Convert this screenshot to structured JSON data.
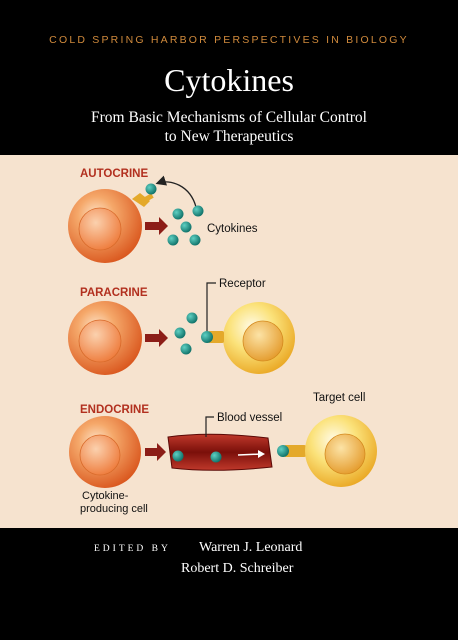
{
  "header": {
    "series": "COLD SPRING HARBOR PERSPECTIVES IN BIOLOGY",
    "title": "Cytokines",
    "subtitle_line1": "From Basic Mechanisms of Cellular Control",
    "subtitle_line2": "to New Therapeutics"
  },
  "diagram": {
    "autocrine": "AUTOCRINE",
    "paracrine": "PARACRINE",
    "endocrine": "ENDOCRINE",
    "cytokines": "Cytokines",
    "receptor": "Receptor",
    "blood_vessel": "Blood vessel",
    "target_cell": "Target cell",
    "producing_line1": "Cytokine-",
    "producing_line2": "producing cell",
    "colors": {
      "section_label": "#b2301f",
      "producer_cell": "#f07a30",
      "target_cell": "#f7c93a",
      "cytokine": "#1b8f84",
      "receptor": "#e4a92b",
      "vessel": "#8b1a14",
      "arrow": "#8c1d17"
    }
  },
  "editors": {
    "edited_by": "EDITED BY",
    "editor1": "Warren J. Leonard",
    "editor2": "Robert D. Schreiber"
  }
}
